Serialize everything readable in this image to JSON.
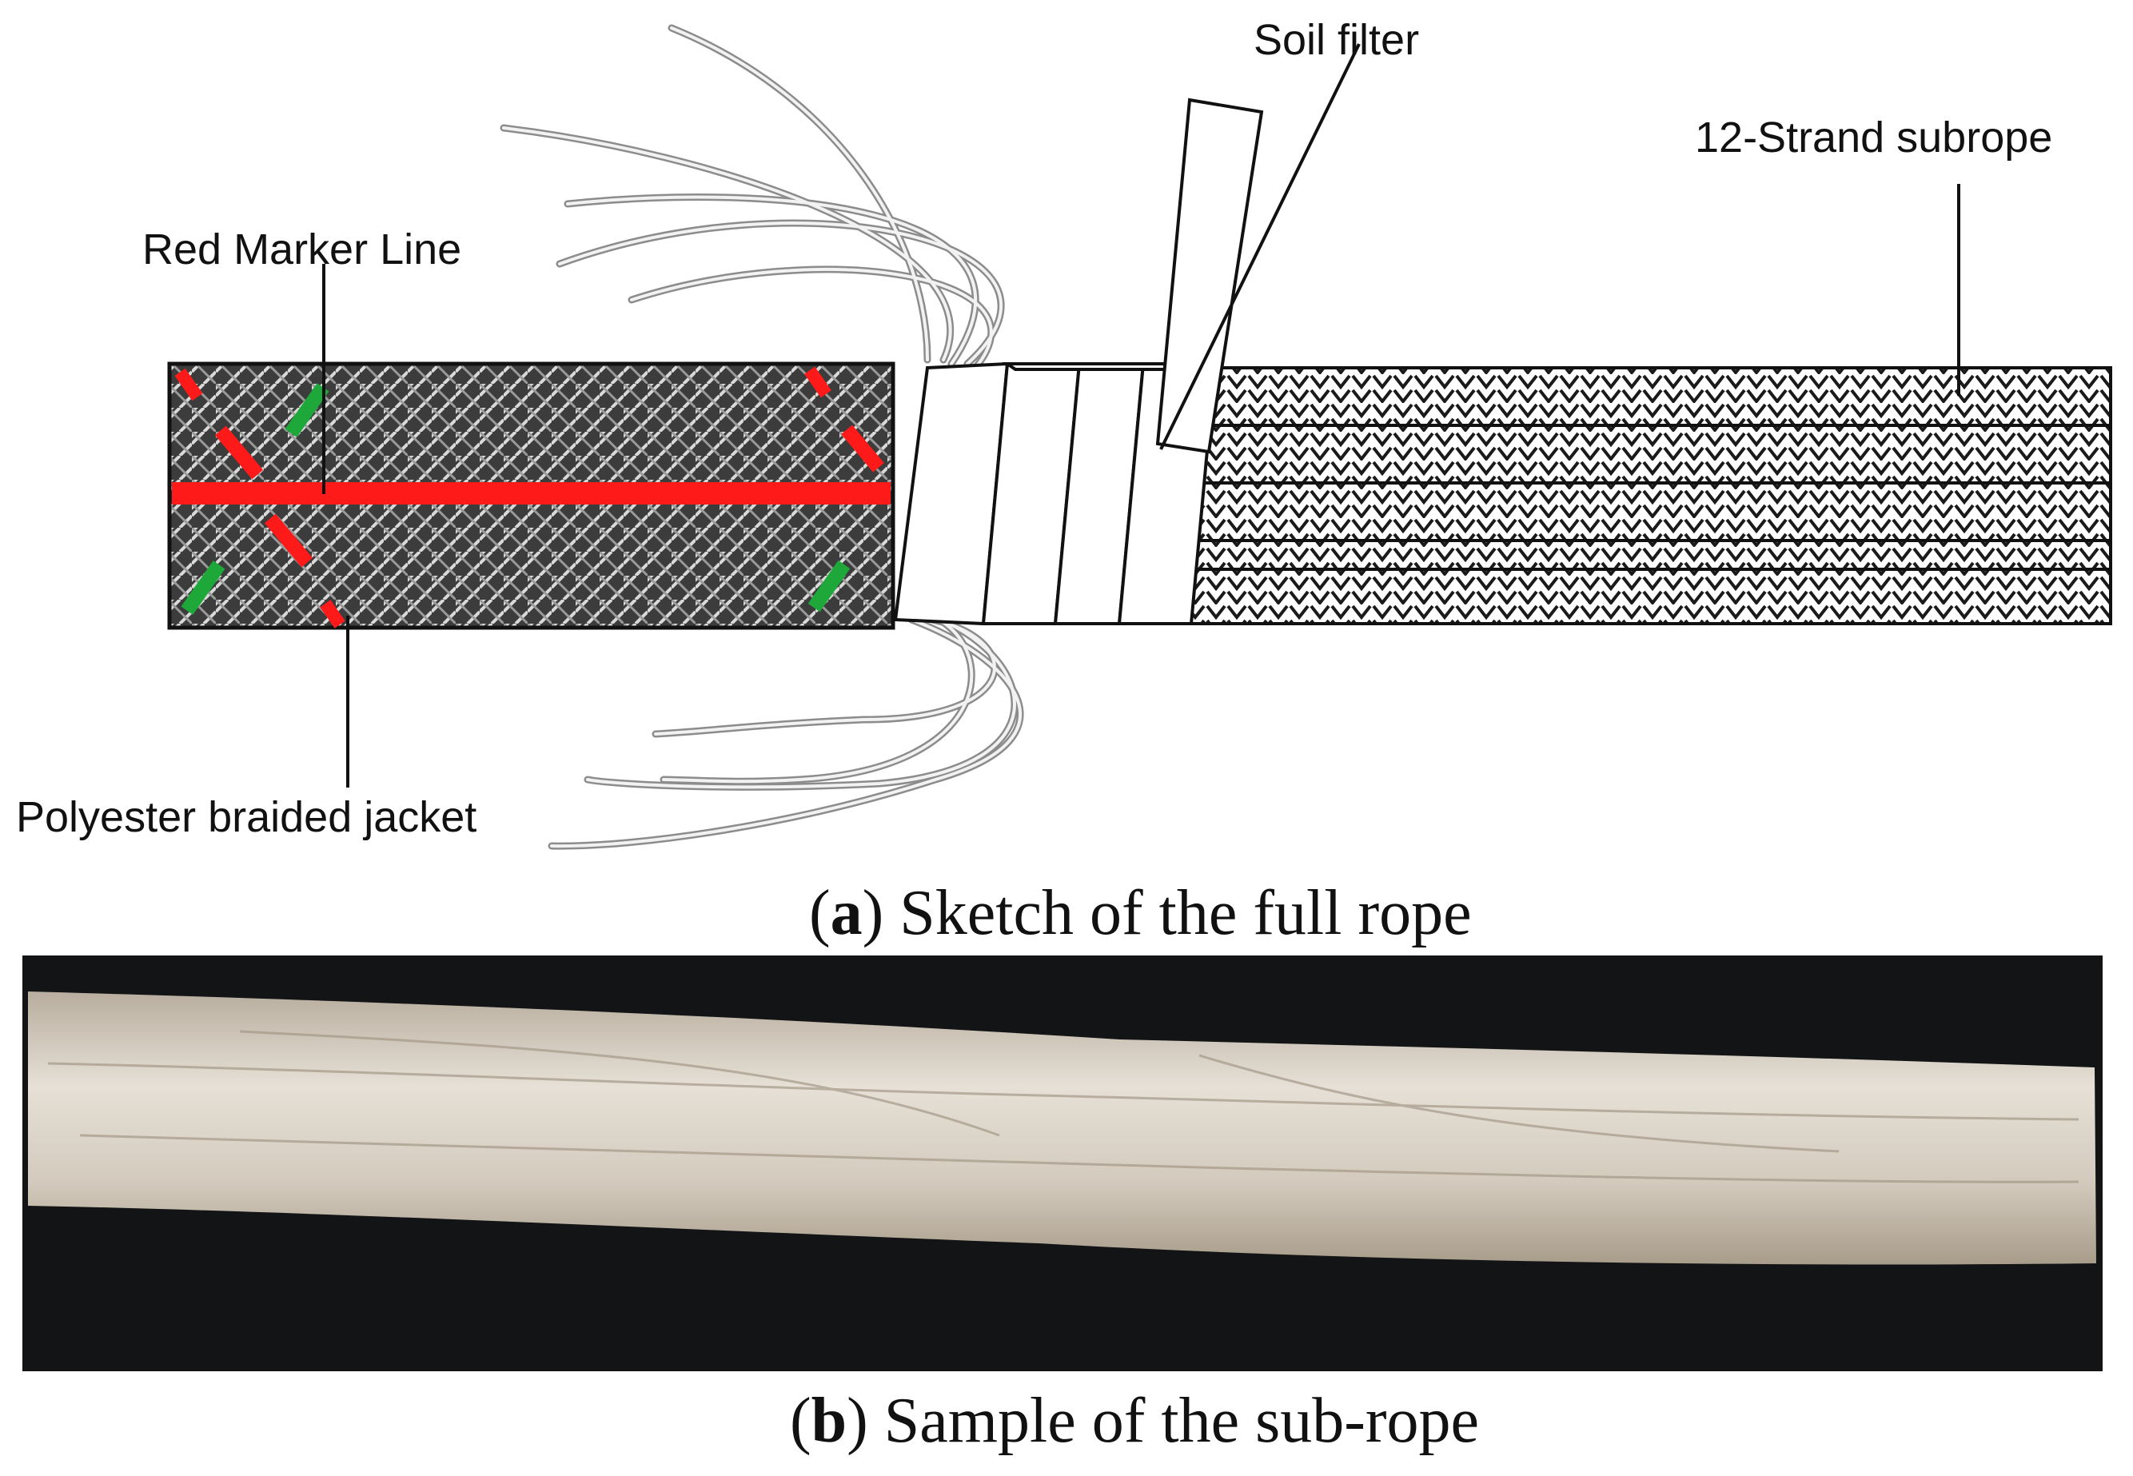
{
  "labels": {
    "soil_filter": "Soil filter",
    "strand_subrope": "12-Strand subrope",
    "red_marker": "Red Marker Line",
    "jacket": "Polyester braided jacket"
  },
  "captions": {
    "a": {
      "open": "(",
      "letter": "a",
      "rest": ") Sketch of the full rope"
    },
    "b": {
      "open": "(",
      "letter": "b",
      "rest": ") Sample of the sub-rope"
    }
  },
  "colors": {
    "marker_red": "#ff1a1a",
    "marker_green": "#1fa83a",
    "jacket_dark": "#3a3a3a",
    "photo_background": "#121416",
    "rope_sample": "#d8d0c4"
  }
}
